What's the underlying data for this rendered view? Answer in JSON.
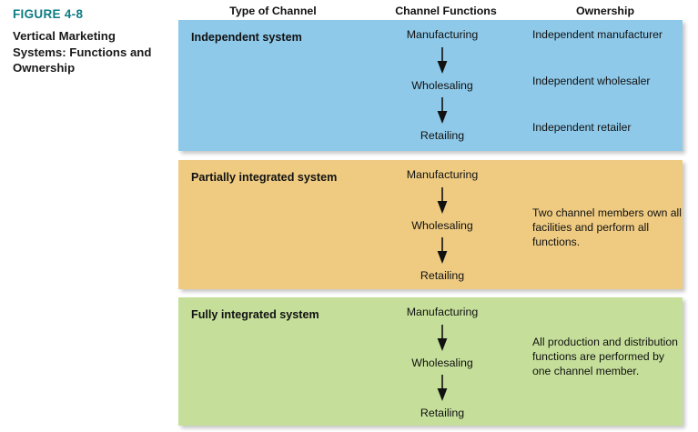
{
  "figure": {
    "number": "FIGURE 4-8",
    "title": "Vertical Marketing Systems: Functions and Ownership",
    "accent_color": "#0e7c84"
  },
  "headers": {
    "type_of_channel": "Type of Channel",
    "channel_functions": "Channel Functions",
    "ownership": "Ownership"
  },
  "panels": [
    {
      "title": "Independent system",
      "background_color": "#8ec9e9",
      "functions": [
        "Manufacturing",
        "Wholesaling",
        "Retailing"
      ],
      "ownership_lines": [
        "Independent manufacturer",
        "Independent wholesaler",
        "Independent retailer"
      ],
      "ownership_paragraph": ""
    },
    {
      "title": "Partially integrated system",
      "background_color": "#efcb82",
      "functions": [
        "Manufacturing",
        "Wholesaling",
        "Retailing"
      ],
      "ownership_lines": [],
      "ownership_paragraph": "Two channel members own all facilities and perform all functions."
    },
    {
      "title": "Fully integrated system",
      "background_color": "#c5df9a",
      "functions": [
        "Manufacturing",
        "Wholesaling",
        "Retailing"
      ],
      "ownership_lines": [],
      "ownership_paragraph": "All production and distribution functions are performed by one channel member."
    }
  ],
  "icons": {
    "down_arrow": "down-arrow-icon"
  }
}
